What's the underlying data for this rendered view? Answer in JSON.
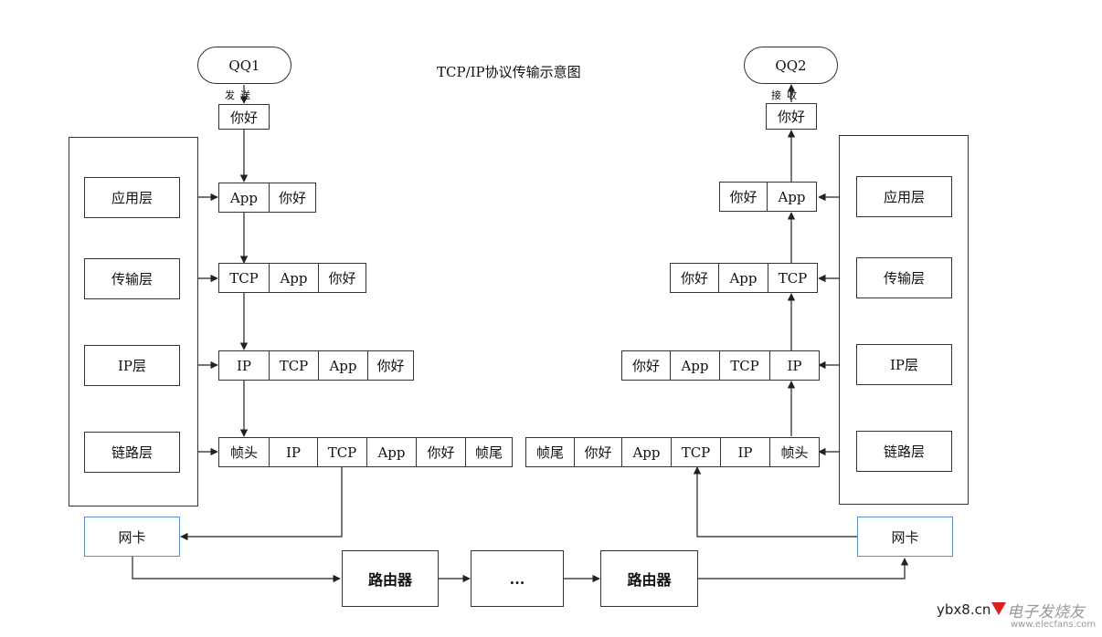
{
  "title": "TCP/IP协议传输示意图",
  "sender": {
    "name": "QQ1",
    "action": "发送",
    "message": "你好",
    "layers": [
      "应用层",
      "传输层",
      "IP层",
      "链路层"
    ],
    "packets": [
      [
        "App",
        "你好"
      ],
      [
        "TCP",
        "App",
        "你好"
      ],
      [
        "IP",
        "TCP",
        "App",
        "你好"
      ],
      [
        "帧头",
        "IP",
        "TCP",
        "App",
        "你好",
        "帧尾"
      ]
    ],
    "nic": "网卡"
  },
  "receiver": {
    "name": "QQ2",
    "action": "接收",
    "message": "你好",
    "layers": [
      "应用层",
      "传输层",
      "IP层",
      "链路层"
    ],
    "packets": [
      [
        "你好",
        "App"
      ],
      [
        "你好",
        "App",
        "TCP"
      ],
      [
        "你好",
        "App",
        "TCP",
        "IP"
      ],
      [
        "帧尾",
        "你好",
        "App",
        "TCP",
        "IP",
        "帧头"
      ]
    ],
    "nic": "网卡"
  },
  "network": {
    "router1": "路由器",
    "ellipsis": "...",
    "router2": "路由器"
  },
  "watermark": {
    "site": "ybx8.cn",
    "brand": "电子发烧友",
    "url": "www.elecfans.com"
  }
}
